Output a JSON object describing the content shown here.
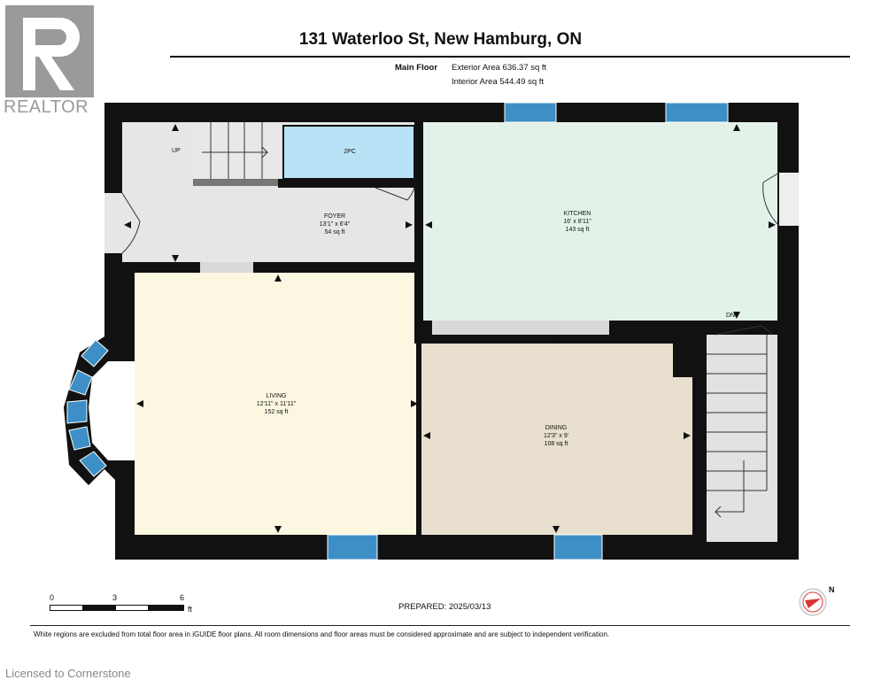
{
  "title": "131 Waterloo St, New Hamburg, ON",
  "floor": {
    "label": "Main Floor",
    "exterior_area": "Exterior Area 636.37 sq ft",
    "interior_area": "Interior Area 544.49 sq ft"
  },
  "rooms": {
    "foyer": {
      "name": "FOYER",
      "dims": "13'1\" x 6'4\"",
      "area": "54 sq ft"
    },
    "kitchen": {
      "name": "KITCHEN",
      "dims": "16' x 8'11\"",
      "area": "143 sq ft"
    },
    "living": {
      "name": "LIVING",
      "dims": "12'11\" x 11'11\"",
      "area": "152 sq ft"
    },
    "dining": {
      "name": "DINING",
      "dims": "12'3\" x 9'",
      "area": "108 sq ft"
    },
    "bath": {
      "name": "2PC"
    }
  },
  "stair_labels": {
    "up": "UP",
    "down": "DN"
  },
  "scale": {
    "zero": "0",
    "mid": "3",
    "max": "6",
    "unit": "ft"
  },
  "prepared": "PREPARED: 2025/03/13",
  "disclaimer": "White regions are excluded from total floor area in iGUIDE floor plans. All room dimensions and floor areas must be considered approximate and are subject to independent verification.",
  "watermark": {
    "brand": "REALTOR",
    "licensed": "Licensed to Cornerstone"
  },
  "compass_letter": "N",
  "colors": {
    "wall": "#111111",
    "foyer": "#e6e6e6",
    "kitchen": "#e3f2e9",
    "living": "#fcf7e1",
    "dining": "#e8dfce",
    "bath": "#b8e2f5",
    "stairs": "#e2e2e2",
    "window": "#3d8fc6"
  }
}
